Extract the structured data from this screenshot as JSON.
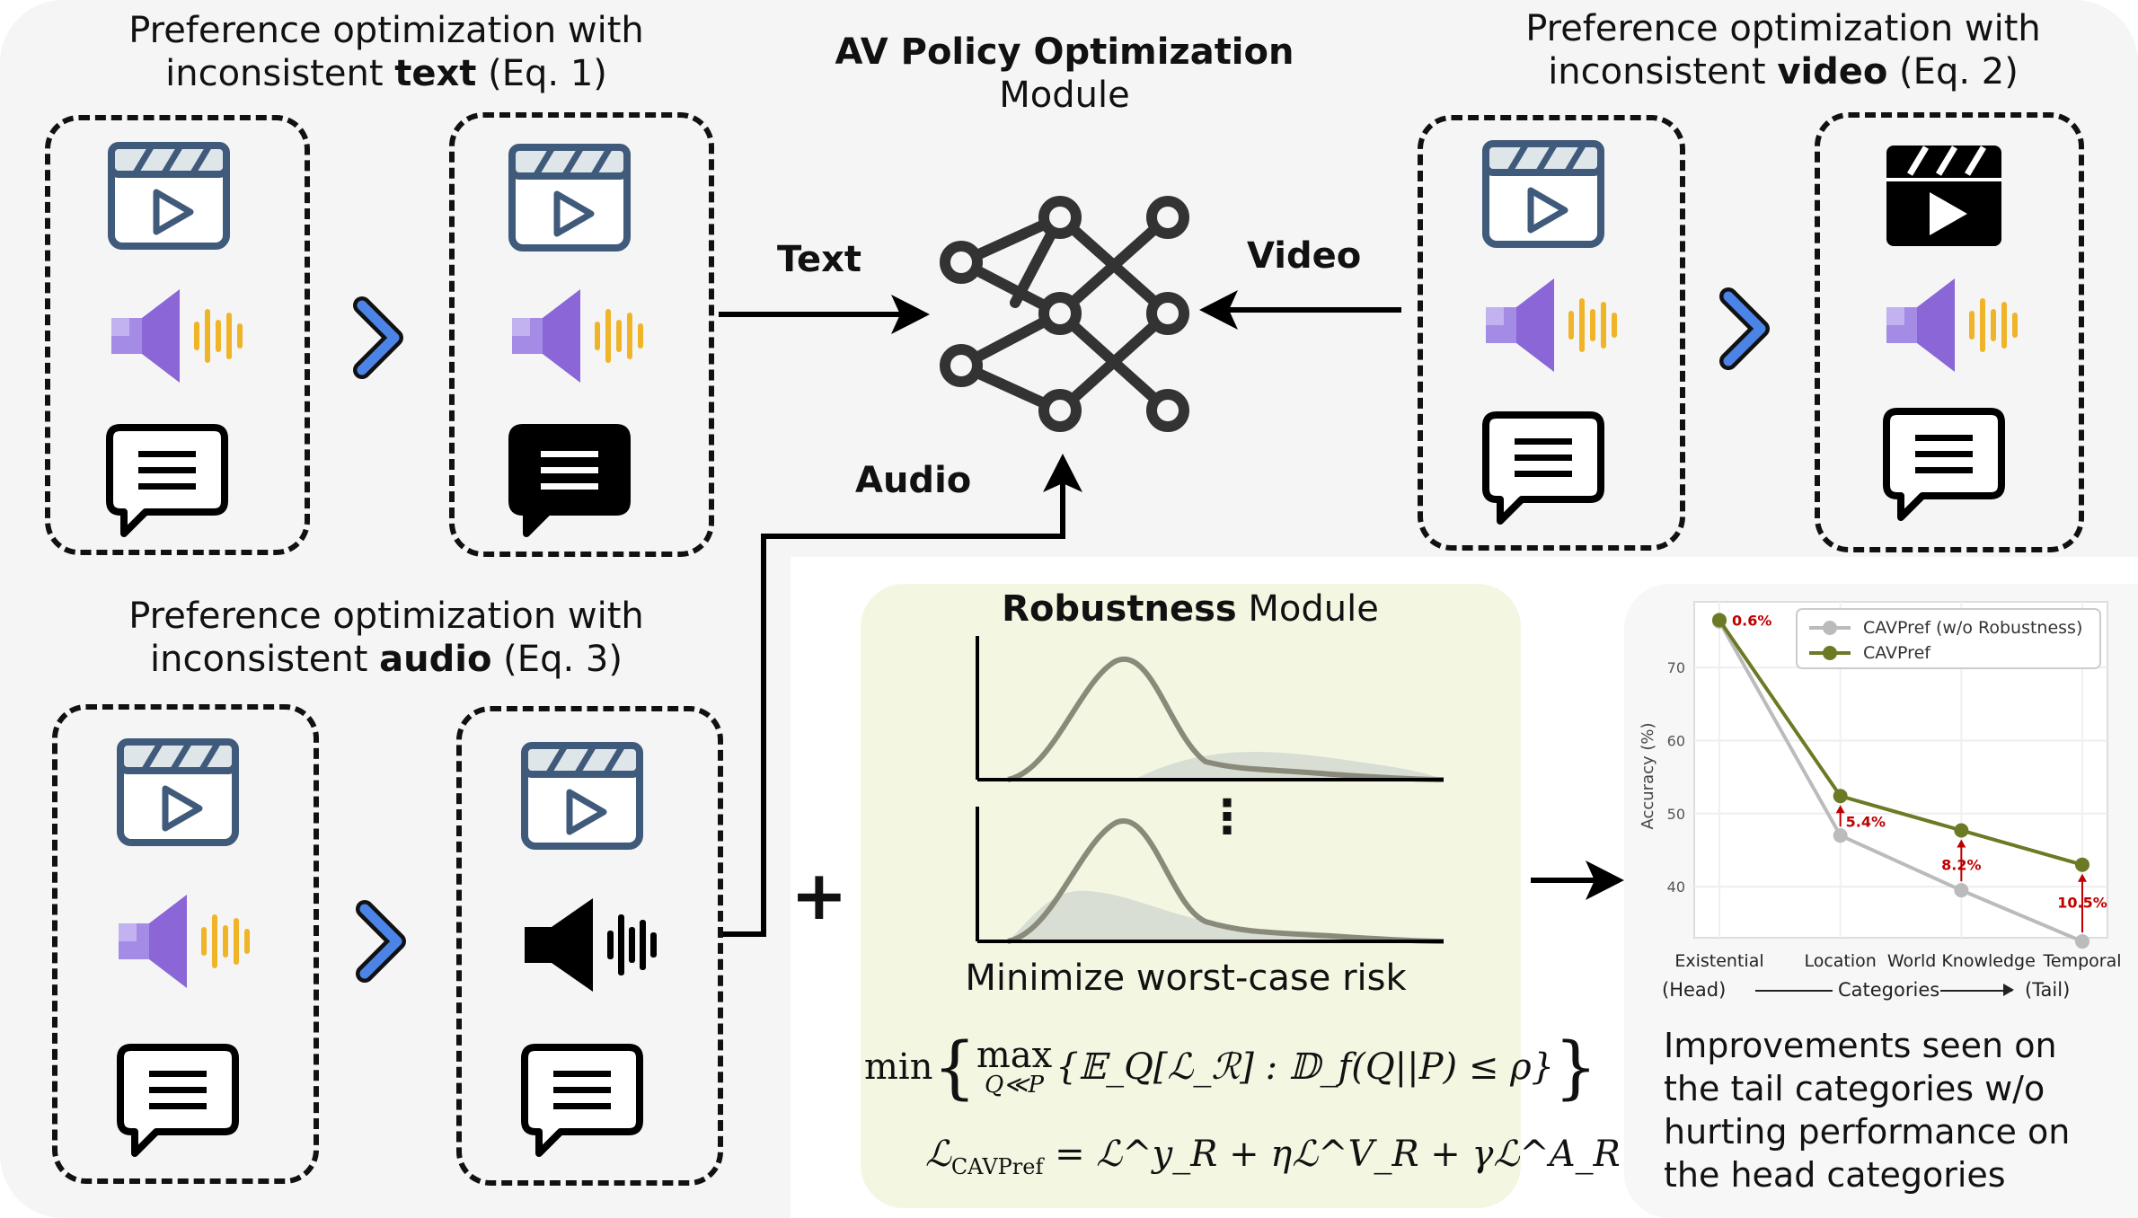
{
  "text_panel": {
    "title_pre": "Preference optimization with",
    "title_mid_pre": "inconsistent ",
    "title_bold": "text",
    "title_post": " (Eq. 1)"
  },
  "video_panel": {
    "title_pre": "Preference optimization with",
    "title_mid_pre": "inconsistent ",
    "title_bold": "video",
    "title_post": " (Eq. 2)"
  },
  "audio_panel": {
    "title_pre": "Preference optimization with",
    "title_mid_pre": "inconsistent ",
    "title_bold": "audio",
    "title_post": " (Eq. 3)"
  },
  "policy_module": {
    "title": "AV Policy Optimization",
    "subtitle": "Module"
  },
  "arrows": {
    "text": "Text",
    "video": "Video",
    "audio": "Audio",
    "plus": "+"
  },
  "robust_module": {
    "title_bold": "Robustness",
    "title_rest": " Module",
    "dots": "⋮",
    "caption": "Minimize worst-case risk"
  },
  "equations": {
    "eq1_min": "min",
    "eq1_max": "max",
    "eq1_sub": "Q≪P",
    "eq1_body": "{𝔼_Q[ℒ_ℛ] : 𝔻_f(Q||P) ≤ ρ}",
    "eq2_lhs": "ℒ",
    "eq2_lhs_sub": "CAVPref",
    "eq2_rhs": "= ℒ^y_R + ηℒ^V_R + γℒ^A_R"
  },
  "chart_data": {
    "type": "line",
    "categories": [
      "Existential",
      "Location",
      "World Knowledge",
      "Temporal"
    ],
    "ylabel": "Accuracy (%)",
    "yticks": [
      40,
      50,
      60,
      70
    ],
    "ylim": [
      33,
      79
    ],
    "legend_position": "top-right",
    "series": [
      {
        "name": "CAVPref (w/o Robustness)",
        "color": "#bbbbbb",
        "values": [
          76.3,
          47.0,
          39.5,
          32.5
        ]
      },
      {
        "name": "CAVPref",
        "color": "#6b7a24",
        "values": [
          76.5,
          52.4,
          47.7,
          43.0
        ]
      }
    ],
    "annotations": [
      "0.6%",
      "5.4%",
      "8.2%",
      "10.5%"
    ],
    "annotation_color": "#c00000",
    "axis_note": {
      "head": "(Head)",
      "middle": "Categories",
      "tail": "(Tail)"
    }
  },
  "chart_caption": [
    "Improvements seen on",
    "the tail categories w/o",
    "hurting performance on",
    "the head categories"
  ],
  "colors": {
    "panel_bg": "#f5f5f5",
    "robust_bg": "#f3f7e2",
    "video_icon": "#3f5a7a",
    "speaker": "#8a66d6",
    "sound_bars": "#f0b429",
    "chevron": "#4b84e6",
    "network": "#333333"
  },
  "icons": [
    "video-clip-icon",
    "speaker-icon",
    "chat-bubble-icon",
    "chevron-right-icon",
    "neural-network-icon"
  ]
}
